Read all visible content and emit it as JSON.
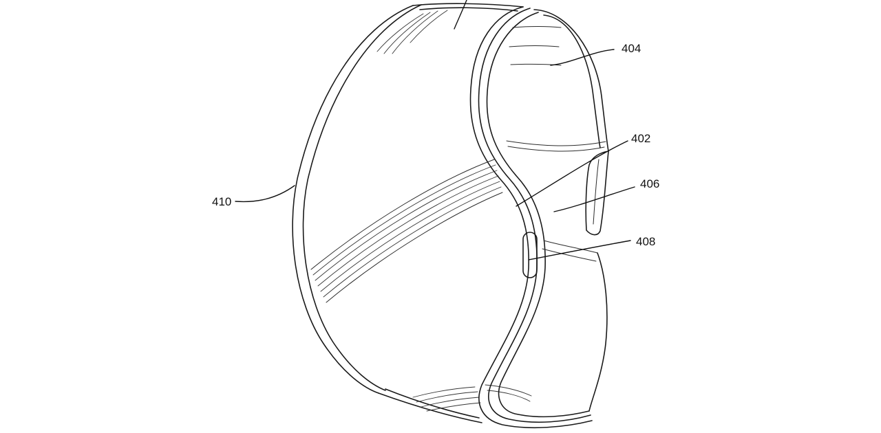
{
  "figure": {
    "reference_labels": [
      {
        "id": "404",
        "text": "404"
      },
      {
        "id": "402",
        "text": "402"
      },
      {
        "id": "406",
        "text": "406"
      },
      {
        "id": "408",
        "text": "408"
      },
      {
        "id": "410",
        "text": "410"
      }
    ]
  }
}
